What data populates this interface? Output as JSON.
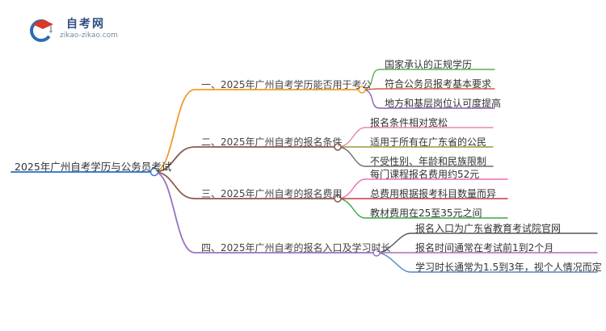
{
  "logo": {
    "name": "自考网",
    "url": "zikao-zikao.com",
    "colors": {
      "blue": "#2b6cb5",
      "red": "#d9382c",
      "gray": "#8a96a8"
    }
  },
  "mindmap": {
    "root": {
      "label": "2025年广州自考学历与公务员考试",
      "color": "#3a7fd0"
    },
    "branches": [
      {
        "label": "一、2025年广州自考学历能否用于考公",
        "color": "#f29a2e",
        "children": [
          {
            "label": "国家承认的正规学历",
            "color": "#56b44b"
          },
          {
            "label": "符合公务员报考基本要求",
            "color": "#d95b4a"
          },
          {
            "label": "地方和基层岗位认可度提高",
            "color": "#8e5bb4"
          }
        ]
      },
      {
        "label": "二、2025年广州自考的报名条件",
        "color": "#8b5a4a",
        "children": [
          {
            "label": "报名条件相对宽松",
            "color": "#e38aa8"
          },
          {
            "label": "适用于所有在广东省的公民",
            "color": "#9a9a3a"
          },
          {
            "label": "不受性别、年龄和民族限制",
            "color": "#6c6c6c"
          }
        ]
      },
      {
        "label": "三、2025年广州自考的报名费用",
        "color": "#8b5a4a",
        "children": [
          {
            "label": "每门课程报名费用约52元",
            "color": "#f06ab0"
          },
          {
            "label": "总费用根据报考科目数量而异",
            "color": "#c23838"
          },
          {
            "label": "教材费用在25至35元之间",
            "color": "#3aa845"
          }
        ]
      },
      {
        "label": "四、2025年广州自考的报名入口及学习时长",
        "color": "#9a72c2",
        "children": [
          {
            "label": "报名入口为广东省教育考试院官网",
            "color": "#555555"
          },
          {
            "label": "报名时间通常在考试前1到2个月",
            "color": "#b06ab8"
          },
          {
            "label": "学习时长通常为1.5到3年，视个人情况而定",
            "color": "#4f86c6"
          }
        ]
      }
    ]
  }
}
